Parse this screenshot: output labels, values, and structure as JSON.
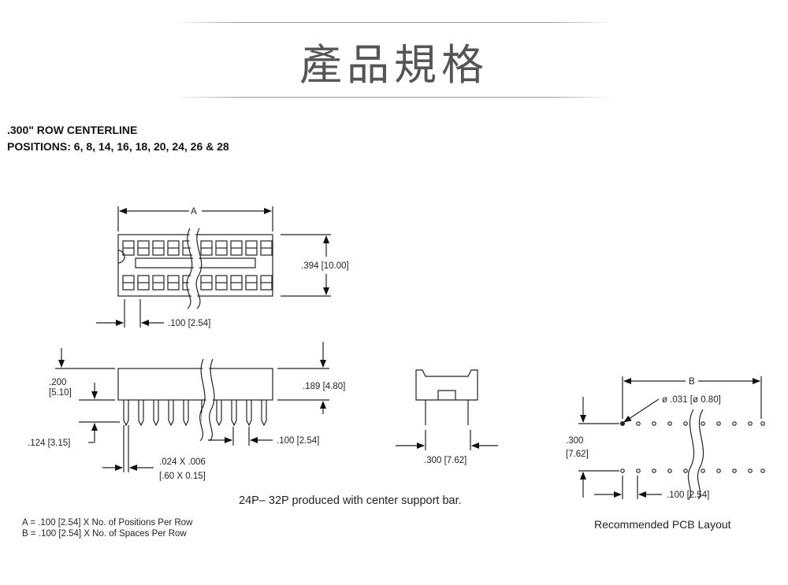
{
  "header": {
    "title": "產品規格"
  },
  "spec": {
    "line1": ".300\" ROW CENTERLINE",
    "line2": "POSITIONS: 6, 8, 14, 16, 18, 20, 24, 26 & 28"
  },
  "dims": {
    "a": "A",
    "b": "B",
    "height_394": ".394 [10.00]",
    "pitch_top": ".100 [2.54]",
    "h200_1": ".200",
    "h200_2": "[5.10]",
    "h189": ".189 [4.80]",
    "h124": ".124 [3.15]",
    "pitch_side": ".100 [2.54]",
    "pin_1": ".024 X .006",
    "pin_2": "[.60 X 0.15]",
    "row_300": ".300 [7.62]",
    "hole": "ø .031 [ø 0.80]",
    "pcb_300_1": ".300",
    "pcb_300_2": "[7.62]",
    "pitch_pcb": ".100 [2.54]"
  },
  "notes": {
    "center_bar": "24P– 32P produced with center support bar.",
    "formula_a": "A = .100 [2.54] X No. of Positions Per Row",
    "formula_b": "B = .100 [2.54] X No. of Spaces Per Row",
    "pcb_caption": "Recommended PCB Layout"
  }
}
